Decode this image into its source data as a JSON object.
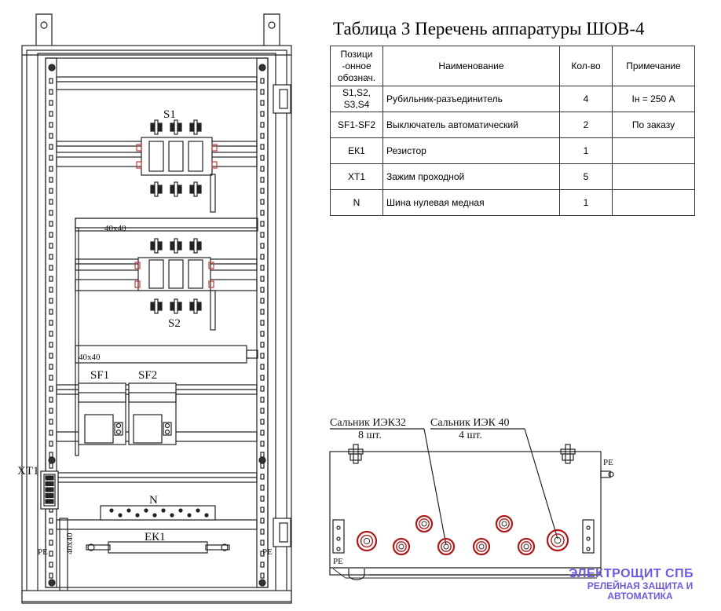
{
  "table": {
    "title": "Таблица 3 Перечень аппаратуры ШОВ-4",
    "headers": {
      "position": "Позици -онное обознач.",
      "name": "Наименование",
      "qty": "Кол-во",
      "note": "Примечание"
    },
    "rows": [
      {
        "pos": "S1,S2, S3,S4",
        "name": "Рубильник-разъединитель",
        "qty": "4",
        "note": "Iн = 250 А"
      },
      {
        "pos": "SF1-SF2",
        "name": "Выключатель автоматический",
        "qty": "2",
        "note": "По заказу"
      },
      {
        "pos": "ЕК1",
        "name": "Резистор",
        "qty": "1",
        "note": ""
      },
      {
        "pos": "ХТ1",
        "name": "Зажим проходной",
        "qty": "5",
        "note": ""
      },
      {
        "pos": "N",
        "name": "Шина нулевая медная",
        "qty": "1",
        "note": ""
      }
    ]
  },
  "cabinet": {
    "s1": "S1",
    "s2": "S2",
    "bar1": "40x40",
    "bar2": "40x40",
    "sf1": "SF1",
    "sf2": "SF2",
    "xt1": "ХТ1",
    "n": "N",
    "ek1": "ЕК1",
    "bar_vertical": "40x40",
    "pe_left": "PE",
    "pe_right": "PE"
  },
  "bottom_view": {
    "gland1_name": "Сальник ИЭК32",
    "gland1_qty": "8 шт.",
    "gland2_name": "Сальник ИЭК 40",
    "gland2_qty": "4 шт.",
    "pe_top": "PE",
    "pe_bottom_left": "PE"
  },
  "watermark": {
    "line1": "ЭЛЕКТРОЩИТ СПБ",
    "line2": "РЕЛЕЙНАЯ ЗАЩИТА И АВТОМАТИКА"
  },
  "colors": {
    "line": "#222222",
    "switch_accent": "#c43a3a",
    "gland": "#b01818",
    "watermark": "#6d5ae0"
  }
}
